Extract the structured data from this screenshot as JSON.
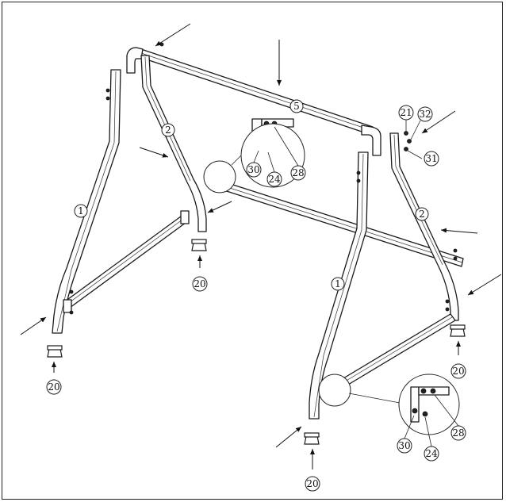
{
  "diagram": {
    "part_labels": {
      "leg_front": "1",
      "leg_rear": "2",
      "top_beam": "5",
      "foot_cap": "20",
      "bolt": "21",
      "washer": "24",
      "nut": "28",
      "plate": "30",
      "bracket_bolt": "31",
      "lock_washer": "32"
    }
  }
}
